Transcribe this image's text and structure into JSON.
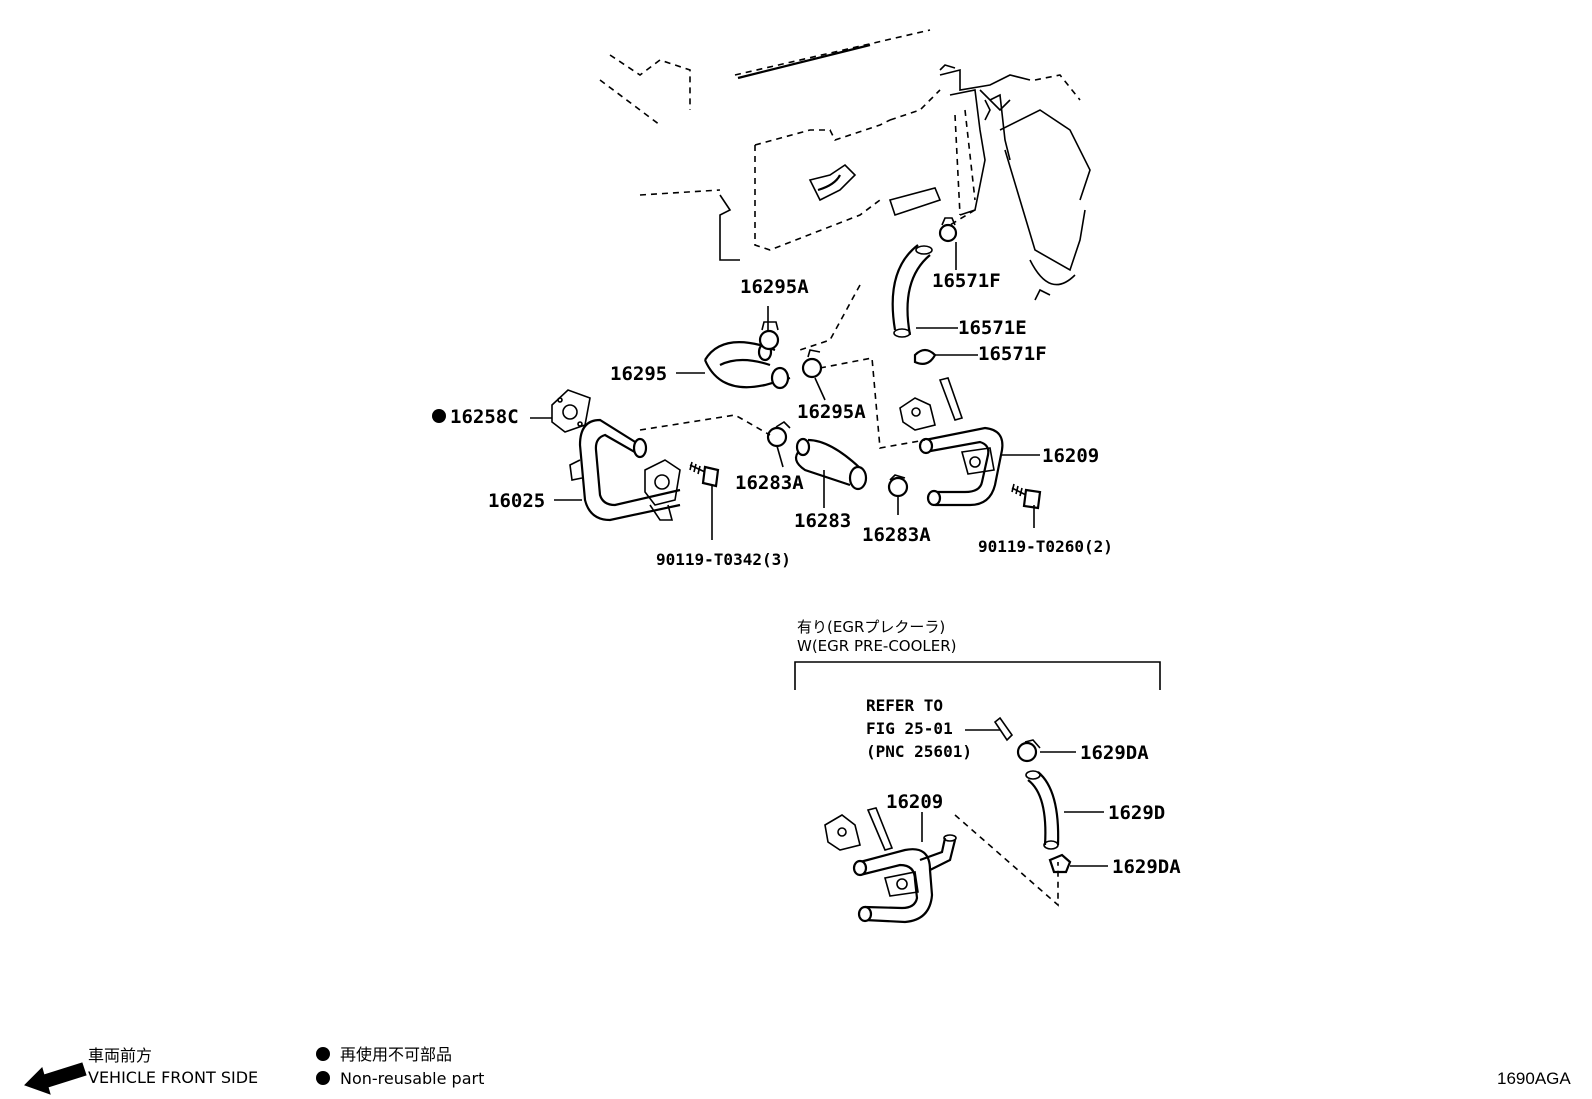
{
  "parts": {
    "p16295A_top": "16295A",
    "p16571F_top": "16571F",
    "p16571E": "16571E",
    "p16571F_mid": "16571F",
    "p16295": "16295",
    "p16258C": "16258C",
    "p16295A_mid": "16295A",
    "p16209": "16209",
    "p16025": "16025",
    "p16283A_left": "16283A",
    "p16283": "16283",
    "p16283A_right": "16283A",
    "p90119_T0342": "90119-T0342(3)",
    "p90119_T0260": "90119-T0260(2)"
  },
  "variant": {
    "title_jp": "有り(EGRプレクーラ)",
    "title_en": "W(EGR PRE-COOLER)",
    "refer_line1": "REFER TO",
    "refer_line2": "FIG 25-01",
    "refer_line3": "(PNC 25601)",
    "p1629DA_top": "1629DA",
    "p1629D": "1629D",
    "p1629DA_bottom": "1629DA",
    "p16209": "16209"
  },
  "legend": {
    "front_jp": "車両前方",
    "front_en": "VEHICLE FRONT SIDE",
    "nonreuse_jp": "再使用不可部品",
    "nonreuse_en": "Non-reusable part"
  },
  "figure_code": "1690AGA"
}
